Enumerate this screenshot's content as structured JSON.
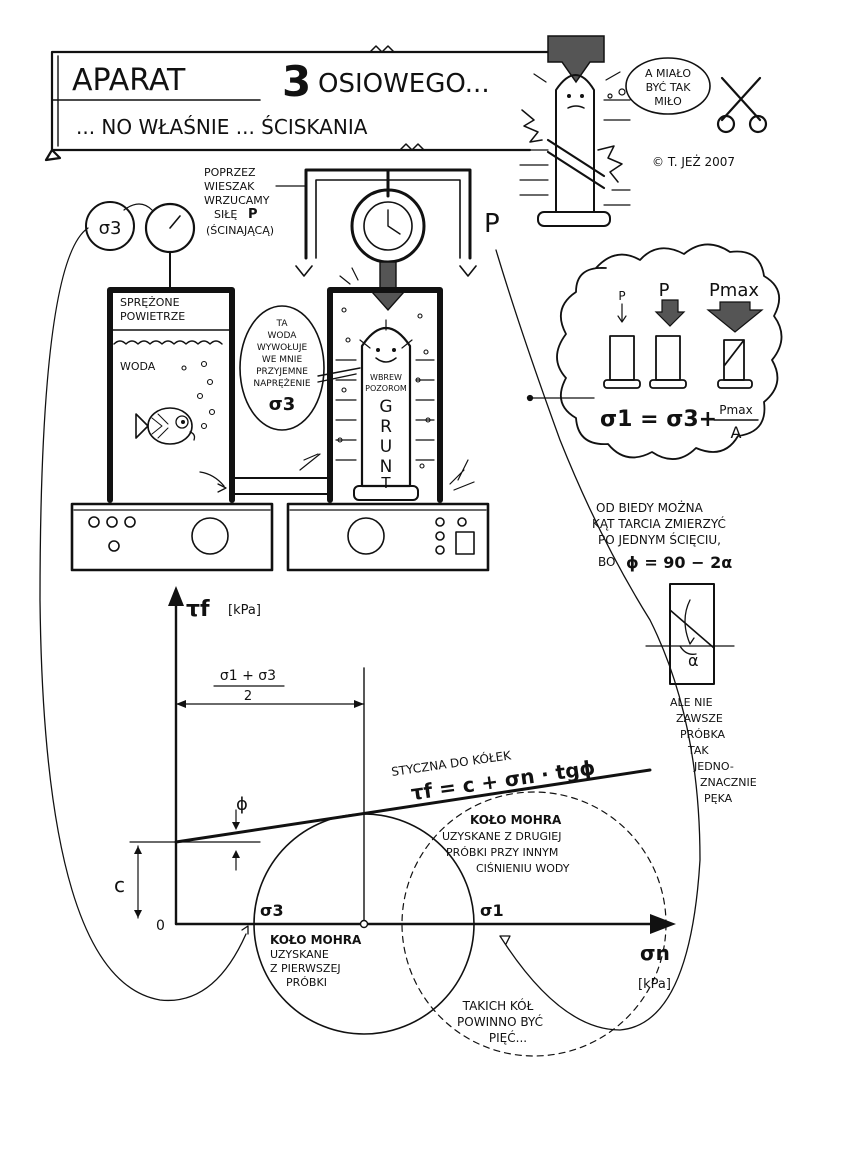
{
  "title": {
    "line1_a": "APARAT",
    "line1_num": "3",
    "line1_b": "OSIOWEGO...",
    "line2": "... NO WŁAŚNIE ... ŚCISKANIA"
  },
  "bubble_top": [
    "A MIAŁO",
    "BYĆ TAK",
    "MIŁO"
  ],
  "copyright": "© T. JEŻ 2007",
  "hanger_note": [
    "POPRZEZ",
    "WIESZAK",
    "WRZUCAMY",
    "SIŁĘ",
    "P",
    "(ŚCINAJĄCĄ)"
  ],
  "label_P": "P",
  "gauge_label": "σ3",
  "tank": {
    "air": [
      "SPRĘŻONE",
      "POWIETRZE"
    ],
    "water": "WODA"
  },
  "water_note": [
    "TA",
    "WODA",
    "WYWOŁUJE",
    "WE MNIE",
    "PRZYJEMNE",
    "NAPRĘŻENIE",
    "σ3"
  ],
  "sample": {
    "small_text": [
      "WBREW",
      "POZOROM"
    ],
    "letters": [
      "G",
      "R",
      "U",
      "N",
      "T"
    ]
  },
  "cloud": {
    "labels": [
      "P",
      "P",
      "Pmax"
    ],
    "formula_left": "σ1 = σ3+",
    "formula_num": "Pmax",
    "formula_den": "A"
  },
  "angle_note": [
    "OD BIEDY MOŻNA",
    "KĄT TARCIA ZMIERZYĆ",
    "PO JEDNYM ŚCIĘCIU,",
    "BO",
    "ϕ = 90 − 2α"
  ],
  "alpha_label": "α",
  "angle_note2": [
    "ALE NIE",
    "ZAWSZE",
    "PRÓBKA",
    "TAK",
    "JEDNO-",
    "ZNACZNIE",
    "PĘKA"
  ],
  "chart": {
    "y_axis": "τf",
    "y_unit": "[kPa]",
    "x_axis": "σn",
    "x_unit": "[kPa]",
    "origin": "0",
    "c_label": "c",
    "phi_label": "ϕ",
    "sigma3": "σ3",
    "sigma1": "σ1",
    "center_frac_num": "σ1 + σ3",
    "center_frac_den": "2",
    "tangent_title": "STYCZNA DO KÓŁEK",
    "tangent_formula": "τf = c + σn · tgϕ",
    "circle1_note": [
      "KOŁO MOHRA",
      "UZYSKANE",
      "Z PIERWSZEJ",
      "PRÓBKI"
    ],
    "circle2_note": [
      "KOŁO MOHRA",
      "UZYSKANE Z DRUGIEJ",
      "PRÓBKI PRZY INNYM",
      "CIŚNIENIU WODY"
    ],
    "five_note": [
      "TAKICH KÓŁ",
      "POWINNO BYĆ",
      "PIĘĆ..."
    ]
  }
}
